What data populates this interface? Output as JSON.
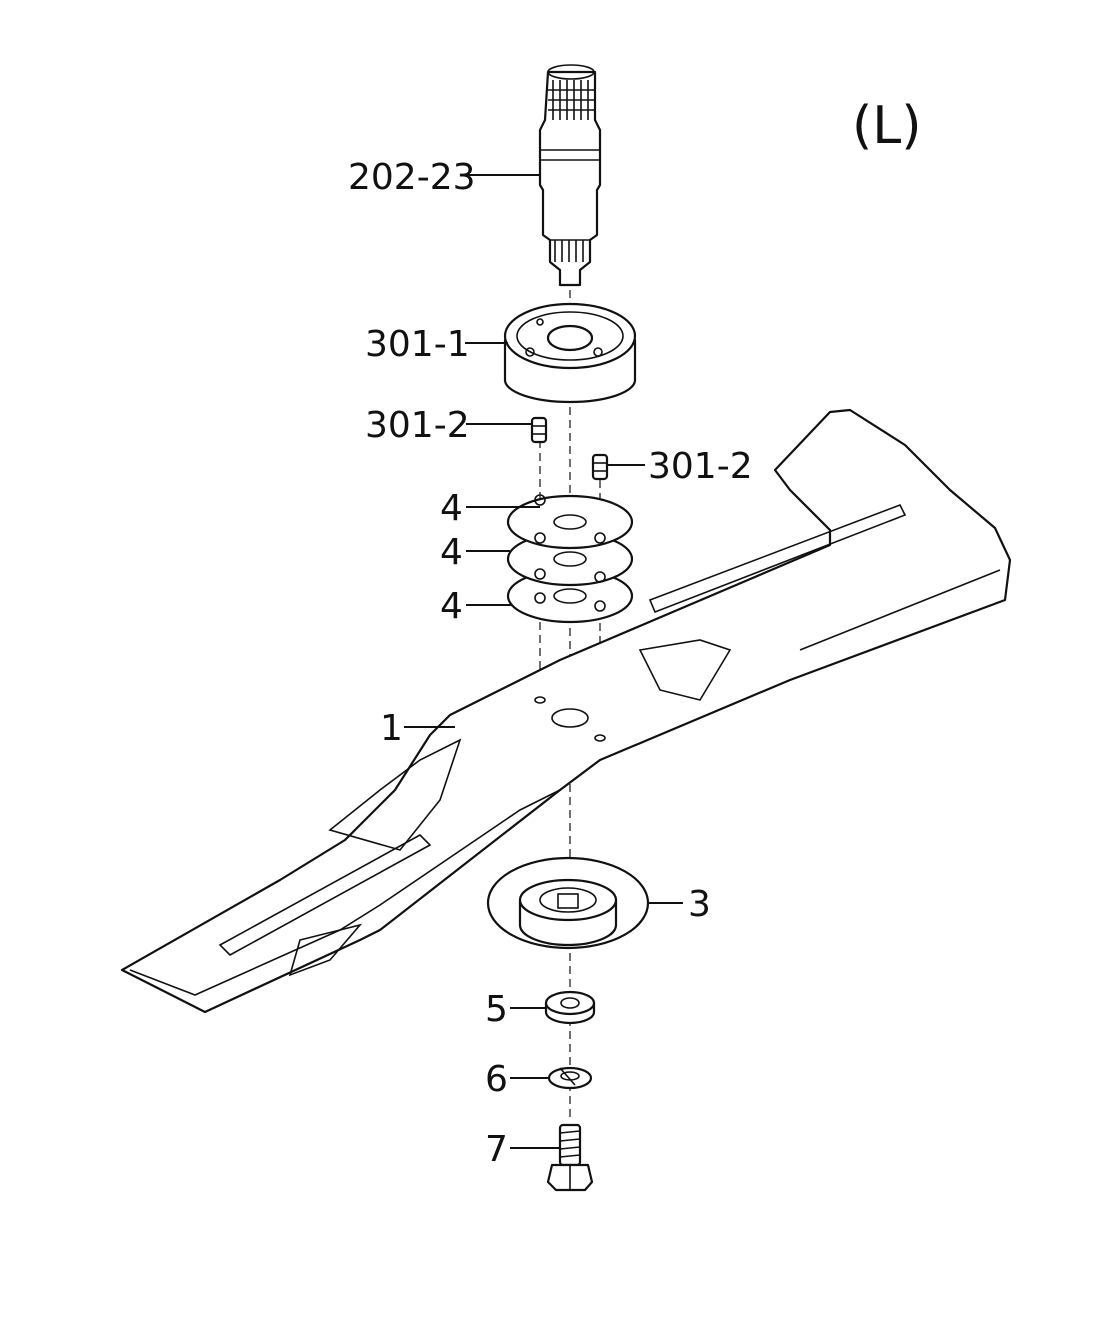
{
  "view_label": "(L)",
  "callouts": {
    "shaft": "202-23",
    "bearing": "301-1",
    "pin_left": "301-2",
    "pin_right": "301-2",
    "washer_top": "4",
    "washer_mid": "4",
    "washer_bottom": "4",
    "blade": "1",
    "blade_holder": "3",
    "flat_washer": "5",
    "spring_washer": "6",
    "bolt": "7"
  }
}
